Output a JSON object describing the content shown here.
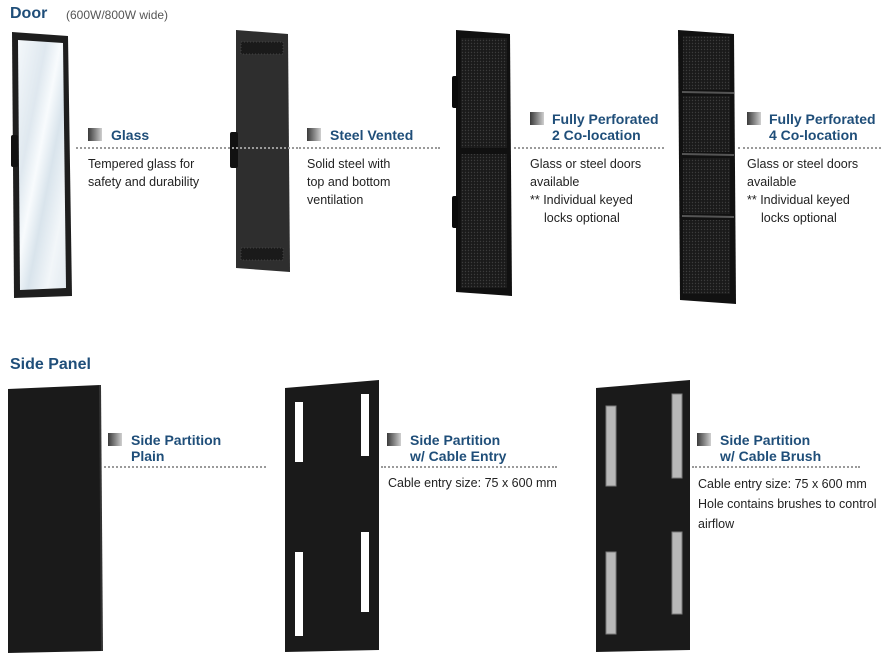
{
  "door": {
    "title": "Door",
    "subtitle": "(600W/800W wide)",
    "items": [
      {
        "title1": "Glass",
        "title2": "",
        "desc": [
          "Tempered glass for",
          "safety and durability"
        ]
      },
      {
        "title1": "Steel Vented",
        "title2": "",
        "desc": [
          "Solid steel with",
          "top and bottom",
          "ventilation"
        ]
      },
      {
        "title1": "Fully Perforated",
        "title2": "2 Co-location",
        "desc": [
          "Glass or steel doors",
          "available",
          "** Individual keyed",
          "locks optional"
        ]
      },
      {
        "title1": "Fully Perforated",
        "title2": "4 Co-location",
        "desc": [
          "Glass or steel doors",
          "available",
          "** Individual keyed",
          "locks optional"
        ]
      }
    ]
  },
  "side_panel": {
    "title": "Side Panel",
    "items": [
      {
        "title1": "Side Partition",
        "title2": "Plain",
        "desc": []
      },
      {
        "title1": "Side Partition",
        "title2": "w/ Cable Entry",
        "desc": [
          "Cable entry size: 75 x 600 mm"
        ]
      },
      {
        "title1": "Side Partition",
        "title2": "w/ Cable Brush",
        "desc": [
          "Cable entry size: 75 x 600 mm",
          "Hole contains brushes to control",
          "airflow"
        ]
      }
    ]
  }
}
